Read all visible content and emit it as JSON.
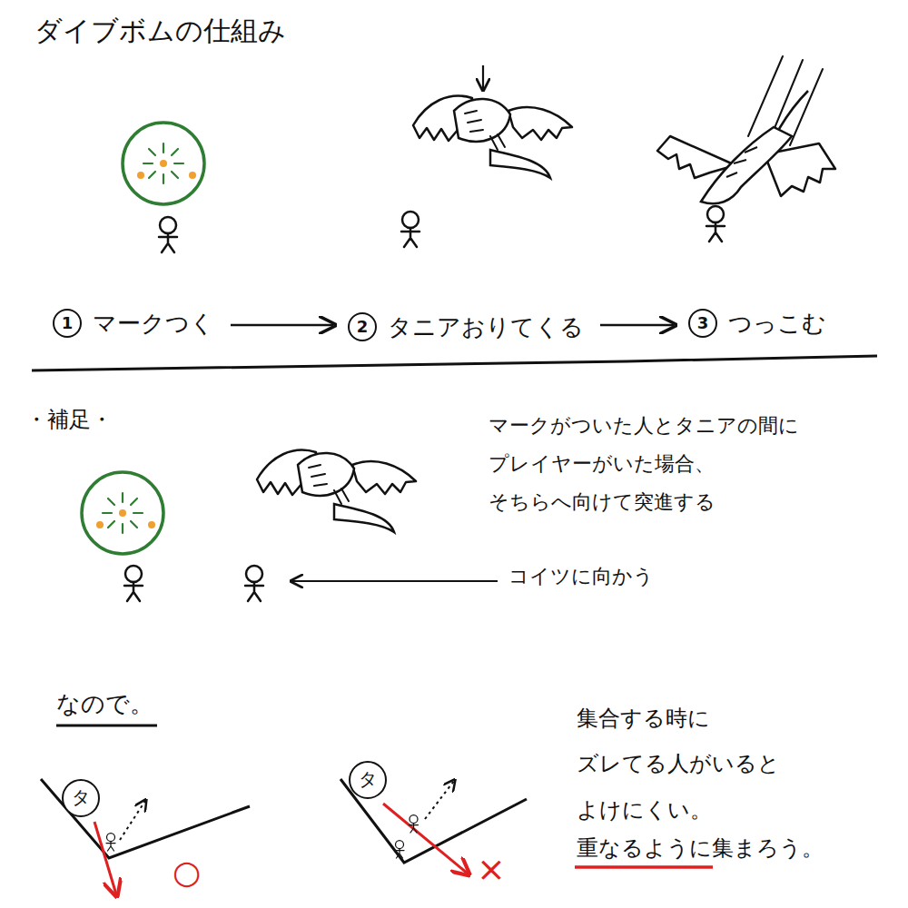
{
  "diagram": {
    "title": "ダイブボムの仕組み",
    "nodes": [
      {
        "text": [
          "マークつく"
        ]
      },
      {
        "text": [
          "1"
        ],
        "in": 0
      },
      {
        "text": [
          "タニアおりてくる"
        ]
      },
      {
        "text": [
          "2"
        ],
        "in": 2
      },
      {
        "text": [
          "つっこむ"
        ]
      },
      {
        "text": [
          "3"
        ],
        "in": 4
      },
      {
        "text": [
          "タ"
        ]
      },
      {
        "text": [
          "タ"
        ]
      }
    ],
    "edges": [
      {
        "from": 0,
        "to": 2,
        "arrow": "to"
      },
      {
        "from": 2,
        "to": 4,
        "arrow": "to"
      }
    ],
    "labels": [
      "・補足・",
      "マークがついた人とタニアの間に プレイヤーがいた場合、 そちらへ向けて突進する",
      "コイツに向かう",
      "なので。",
      "○",
      "×",
      "集合する時に ズレてる人がいると よけにくい。",
      "重なるように集まろう。"
    ]
  }
}
